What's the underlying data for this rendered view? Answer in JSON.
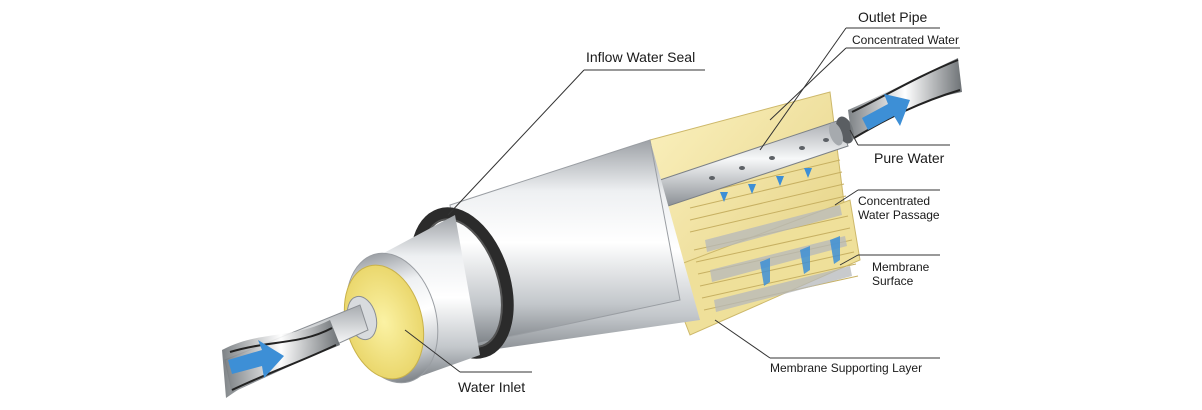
{
  "labels": {
    "outlet_pipe": "Outlet Pipe",
    "concentrated_water": "Concentrated Water",
    "inflow_water_seal": "Inflow Water Seal",
    "pure_water": "Pure Water",
    "concentrated_water_passage_line1": "Concentrated",
    "concentrated_water_passage_line2": "Water Passage",
    "membrane_surface_line1": "Membrane",
    "membrane_surface_line2": "Surface",
    "membrane_supporting_layer": "Membrane Supporting Layer",
    "water_inlet": "Water Inlet"
  },
  "colors": {
    "background": "#ffffff",
    "cylinder_light": "#f4f5f6",
    "cylinder_mid": "#c9ccd0",
    "cylinder_dark": "#8d9196",
    "membrane_yellow": "#f3e6a6",
    "membrane_yellow_dark": "#d9c572",
    "seal_ring": "#2b2b2b",
    "inlet_face": "#f0e27a",
    "water_arrow": "#3d8fd6",
    "leader_line": "#333333"
  }
}
